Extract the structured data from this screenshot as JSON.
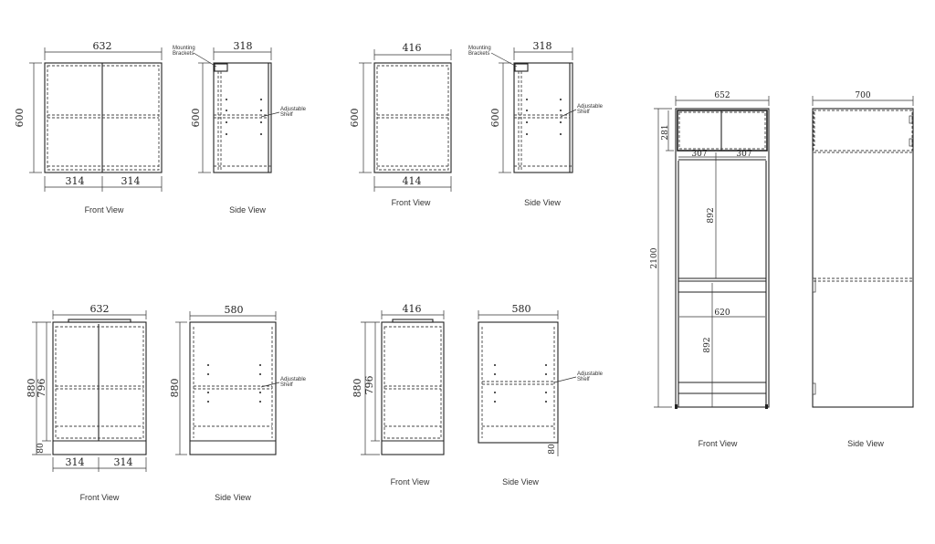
{
  "labels": {
    "front_view": "Front View",
    "side_view": "Side View",
    "mounting_brackets": [
      "Mounting",
      "Brackets"
    ],
    "adjustable_shelf": [
      "Adjustable",
      "Shelf"
    ]
  },
  "wall_632": {
    "width": "632",
    "height": "600",
    "door_left": "314",
    "door_right": "314",
    "depth": "318",
    "side_height": "600"
  },
  "wall_416": {
    "width": "416",
    "height": "600",
    "bottom_width": "414",
    "depth": "318",
    "side_height": "600"
  },
  "base_632": {
    "width": "632",
    "height": "880",
    "body_height": "796",
    "plinth": "80",
    "door_left": "314",
    "door_right": "314",
    "depth": "580",
    "side_height": "880"
  },
  "base_416": {
    "width": "416",
    "height": "880",
    "body_height": "796",
    "depth": "580",
    "plinth": "80"
  },
  "tall": {
    "width": "652",
    "height": "2100",
    "top_height": "281",
    "top_door_left": "307",
    "top_door_right": "307",
    "upper_opening": "892",
    "lower_opening": "892",
    "inner_width": "620",
    "depth": "700"
  }
}
